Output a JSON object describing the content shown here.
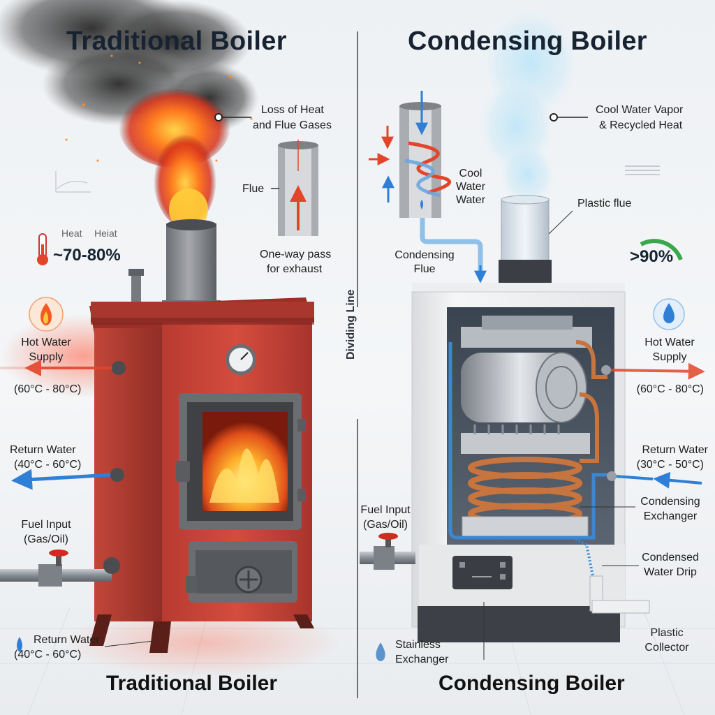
{
  "titles": {
    "left": "Traditional Boiler",
    "right": "Condensing Boiler",
    "left_bottom": "Traditional Boiler",
    "right_bottom": "Condensing Boiler"
  },
  "divider": {
    "label": "Dividing Line"
  },
  "traditional": {
    "loss_label_line1": "Loss of Heat",
    "loss_label_line2": "and Flue Gases",
    "flue_label": "Flue",
    "oneway_line1": "One-way pass",
    "oneway_line2": "for exhaust",
    "heat_label1": "Heat",
    "heat_label2": "Heiat",
    "efficiency": "~70-80%",
    "hot_water_line1": "Hot Water",
    "hot_water_line2": "Supply",
    "hot_water_temp": "(60°C - 80°C)",
    "return_line1": "Return Water",
    "return_temp": "(40°C - 60°C)",
    "fuel_line1": "Fuel Input",
    "fuel_line2": "(Gas/Oil)",
    "bottom_return_line1": "Return Water",
    "bottom_return_temp": "(40°C - 60°C)"
  },
  "condensing": {
    "vapor_line1": "Cool Water Vapor",
    "vapor_line2": "& Recycled Heat",
    "cool_water_line1": "Cool",
    "cool_water_line2": "Water",
    "cool_water_line3": "Water",
    "condensing_flue_line1": "Condensing",
    "condensing_flue_line2": "Flue",
    "plastic_flue": "Plastic flue",
    "efficiency": ">90%",
    "hot_water_line1": "Hot Water",
    "hot_water_line2": "Supply",
    "hot_water_temp": "(60°C - 80°C)",
    "return_line1": "Return Water",
    "return_temp": "(30°C - 50°C)",
    "fuel_line1": "Fuel Input",
    "fuel_line2": "(Gas/Oil)",
    "exchanger_line1": "Condensing",
    "exchanger_line2": "Exchanger",
    "drip_line1": "Condensed",
    "drip_line2": "Water Drip",
    "stainless_line1": "Stainless",
    "stainless_line2": "Exchanger",
    "collector_line1": "Plastic",
    "collector_line2": "Collector"
  },
  "colors": {
    "hot": "#e2452a",
    "cold": "#2f7fd6",
    "rust": "#c8443a",
    "copper": "#c8743e",
    "steel": "#8a8f96"
  },
  "icons": [
    "thermometer-icon",
    "flame-icon",
    "water-drop-icon",
    "efficiency-gauge-icon"
  ]
}
